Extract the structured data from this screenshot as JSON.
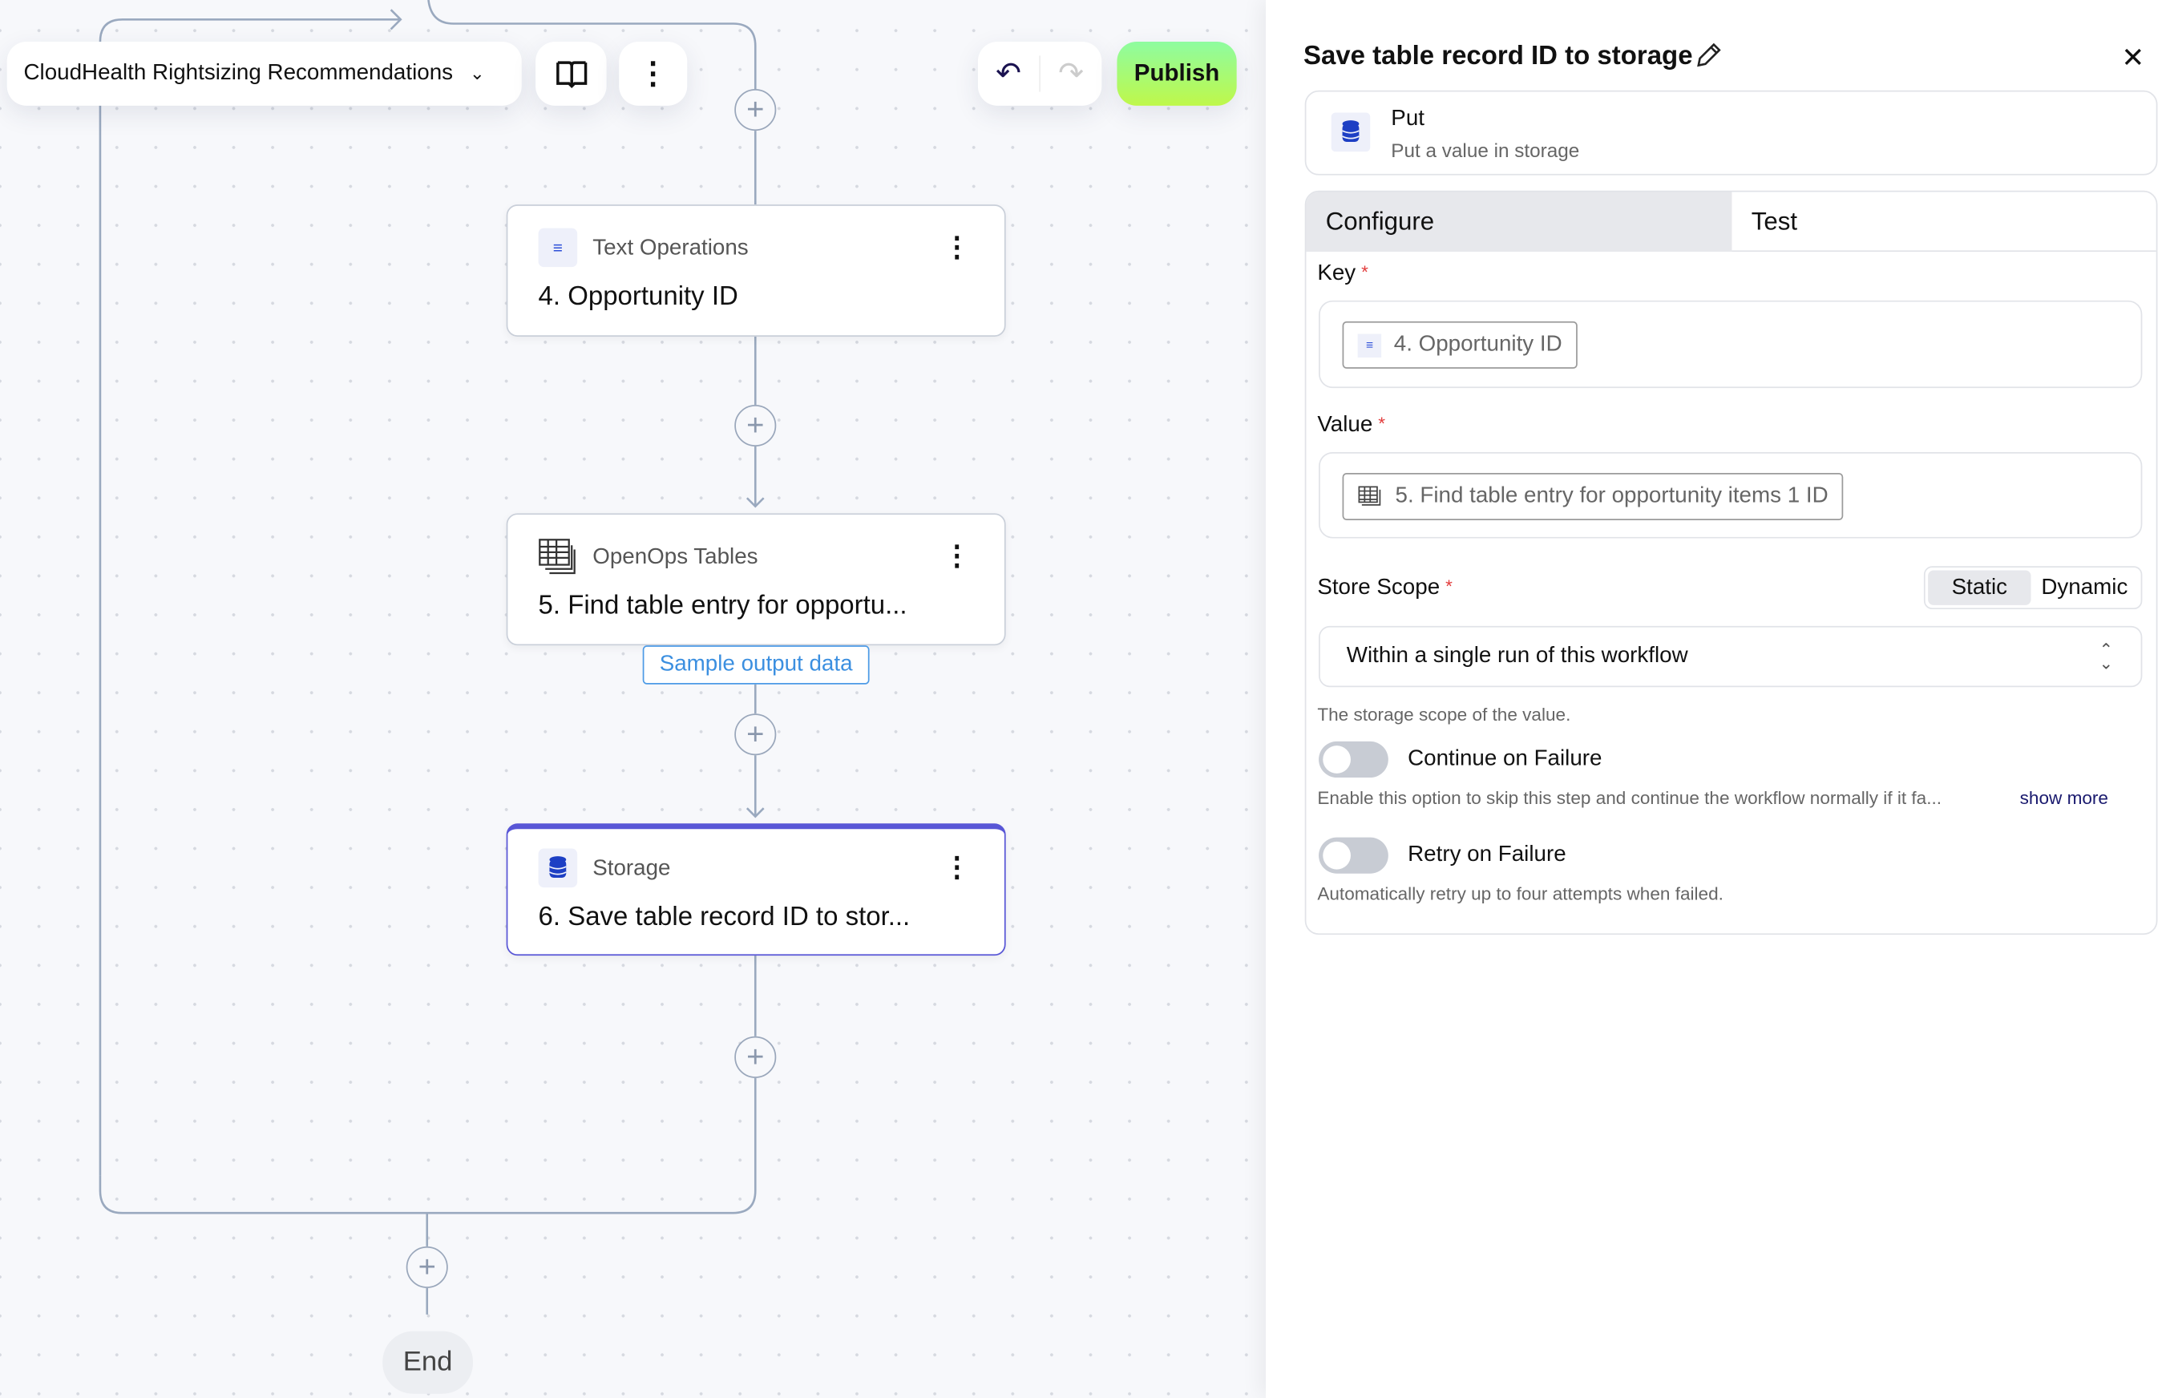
{
  "toolbar": {
    "workflow_name": "CloudHealth Rightsizing Recommendations",
    "publish_label": "Publish"
  },
  "flow": {
    "steps": [
      {
        "app": "Text Operations",
        "title": "4. Opportunity ID"
      },
      {
        "app": "OpenOps Tables",
        "title": "5. Find table entry for opportu...",
        "badge": "Sample output data"
      },
      {
        "app": "Storage",
        "title": "6. Save table record ID to stor..."
      }
    ],
    "end_label": "End"
  },
  "panel": {
    "title": "Save table record ID to storage",
    "action": {
      "name": "Put",
      "description": "Put a value in storage"
    },
    "tabs": [
      {
        "label": "Configure",
        "active": true
      },
      {
        "label": "Test",
        "active": false
      }
    ],
    "key": {
      "label": "Key",
      "required": "*",
      "value": "4. Opportunity ID"
    },
    "value": {
      "label": "Value",
      "required": "*",
      "value": "5. Find table entry for opportunity items 1 ID"
    },
    "store_scope": {
      "label": "Store Scope",
      "required": "*",
      "modes": [
        "Static",
        "Dynamic"
      ],
      "selected_mode": "Static",
      "selected": "Within a single run of this workflow",
      "help": "The storage scope of the value."
    },
    "continue_on_failure": {
      "label": "Continue on Failure",
      "enabled": false,
      "help": "Enable this option to skip this step and continue the workflow normally if it fa...",
      "show_more": "show more"
    },
    "retry_on_failure": {
      "label": "Retry on Failure",
      "enabled": false,
      "help": "Automatically retry up to four attempts when failed."
    }
  },
  "colors": {
    "accent": "#5856d6",
    "publish_top": "#8efca0",
    "publish_bottom": "#bff84a",
    "storage_icon": "#1d3fc4"
  }
}
